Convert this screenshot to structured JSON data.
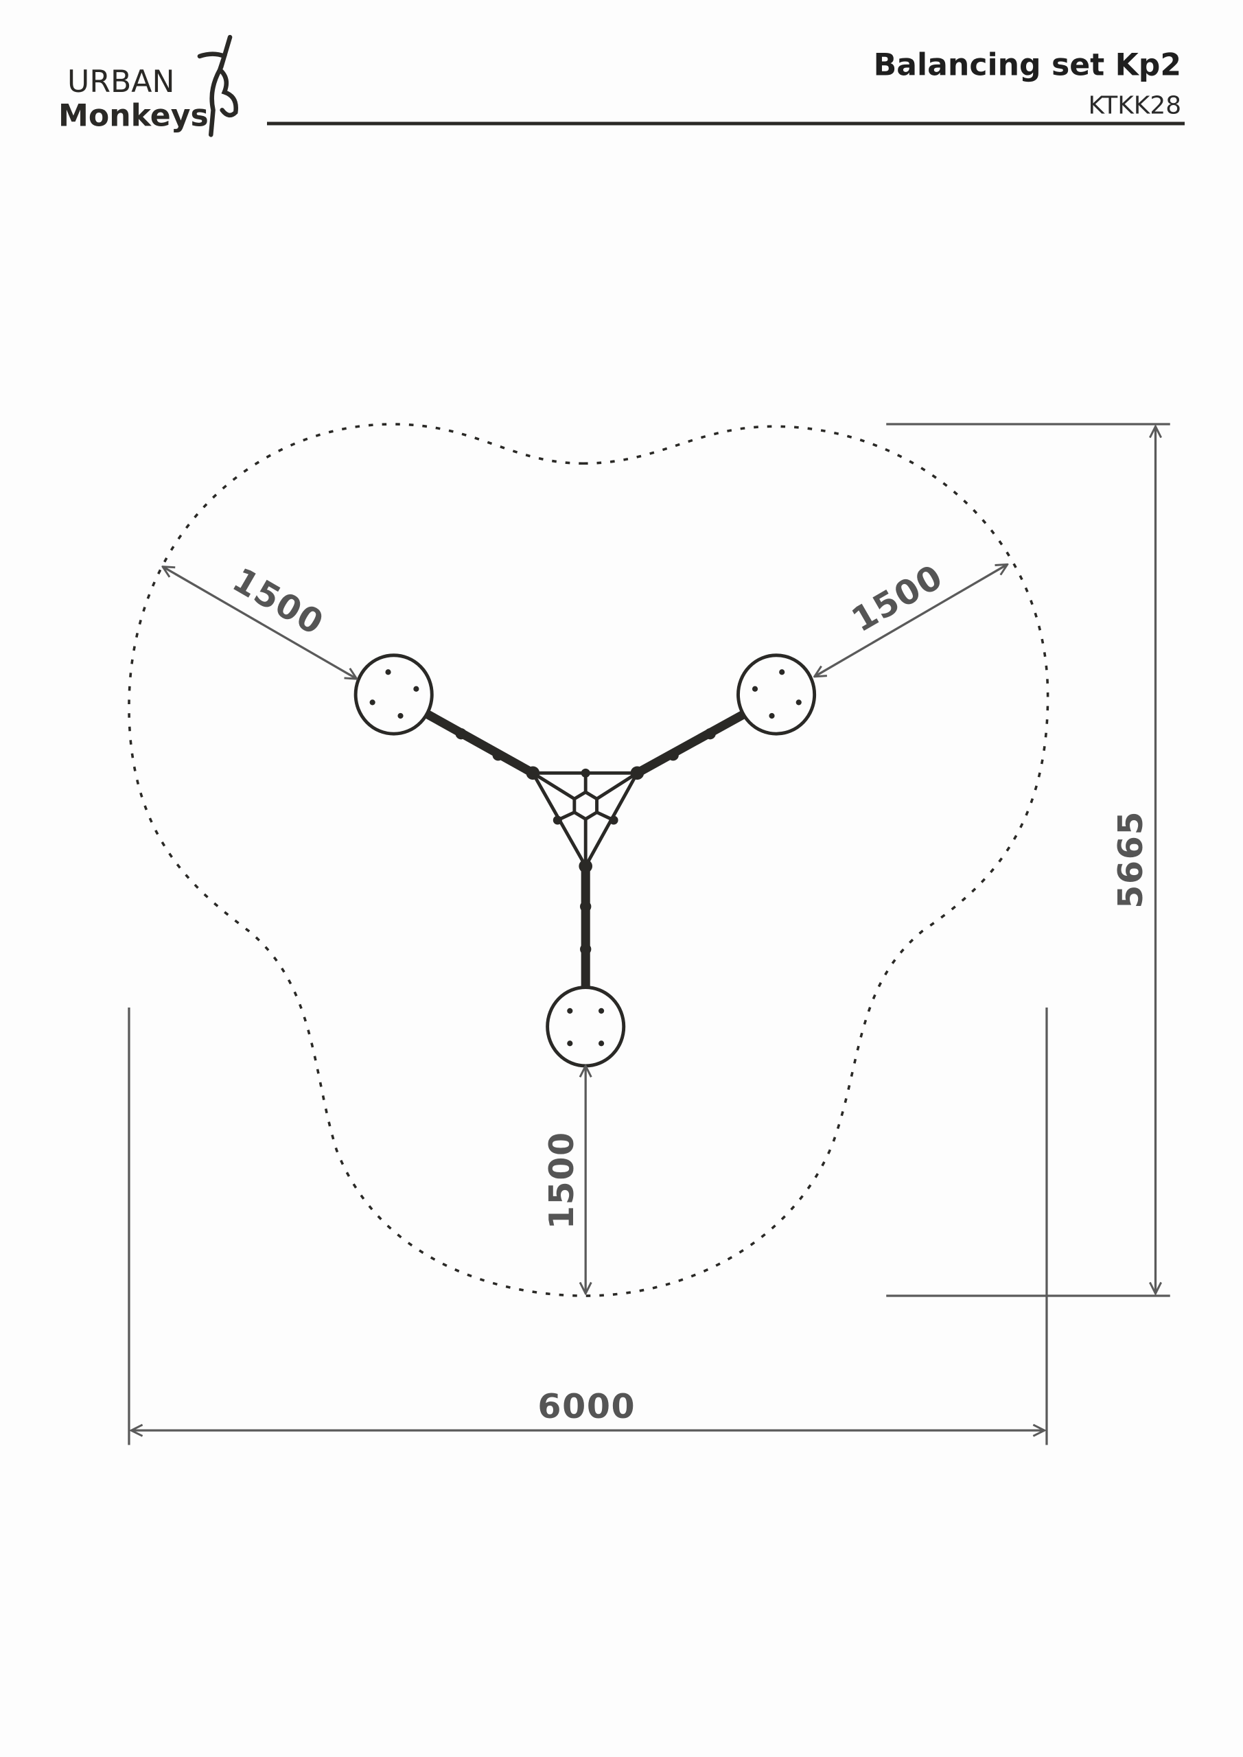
{
  "logo": {
    "line1": "URBAN",
    "line2": "Monkeys"
  },
  "header": {
    "title": "Balancing set Kp2",
    "code": "KTKK28"
  },
  "dimensions": {
    "left_radius": "1500",
    "right_radius": "1500",
    "bottom_radius": "1500",
    "height": "5665",
    "width": "6000"
  },
  "colors": {
    "structure": "#2a2926",
    "dimension": "#555555",
    "background": "#fdfdfd"
  }
}
